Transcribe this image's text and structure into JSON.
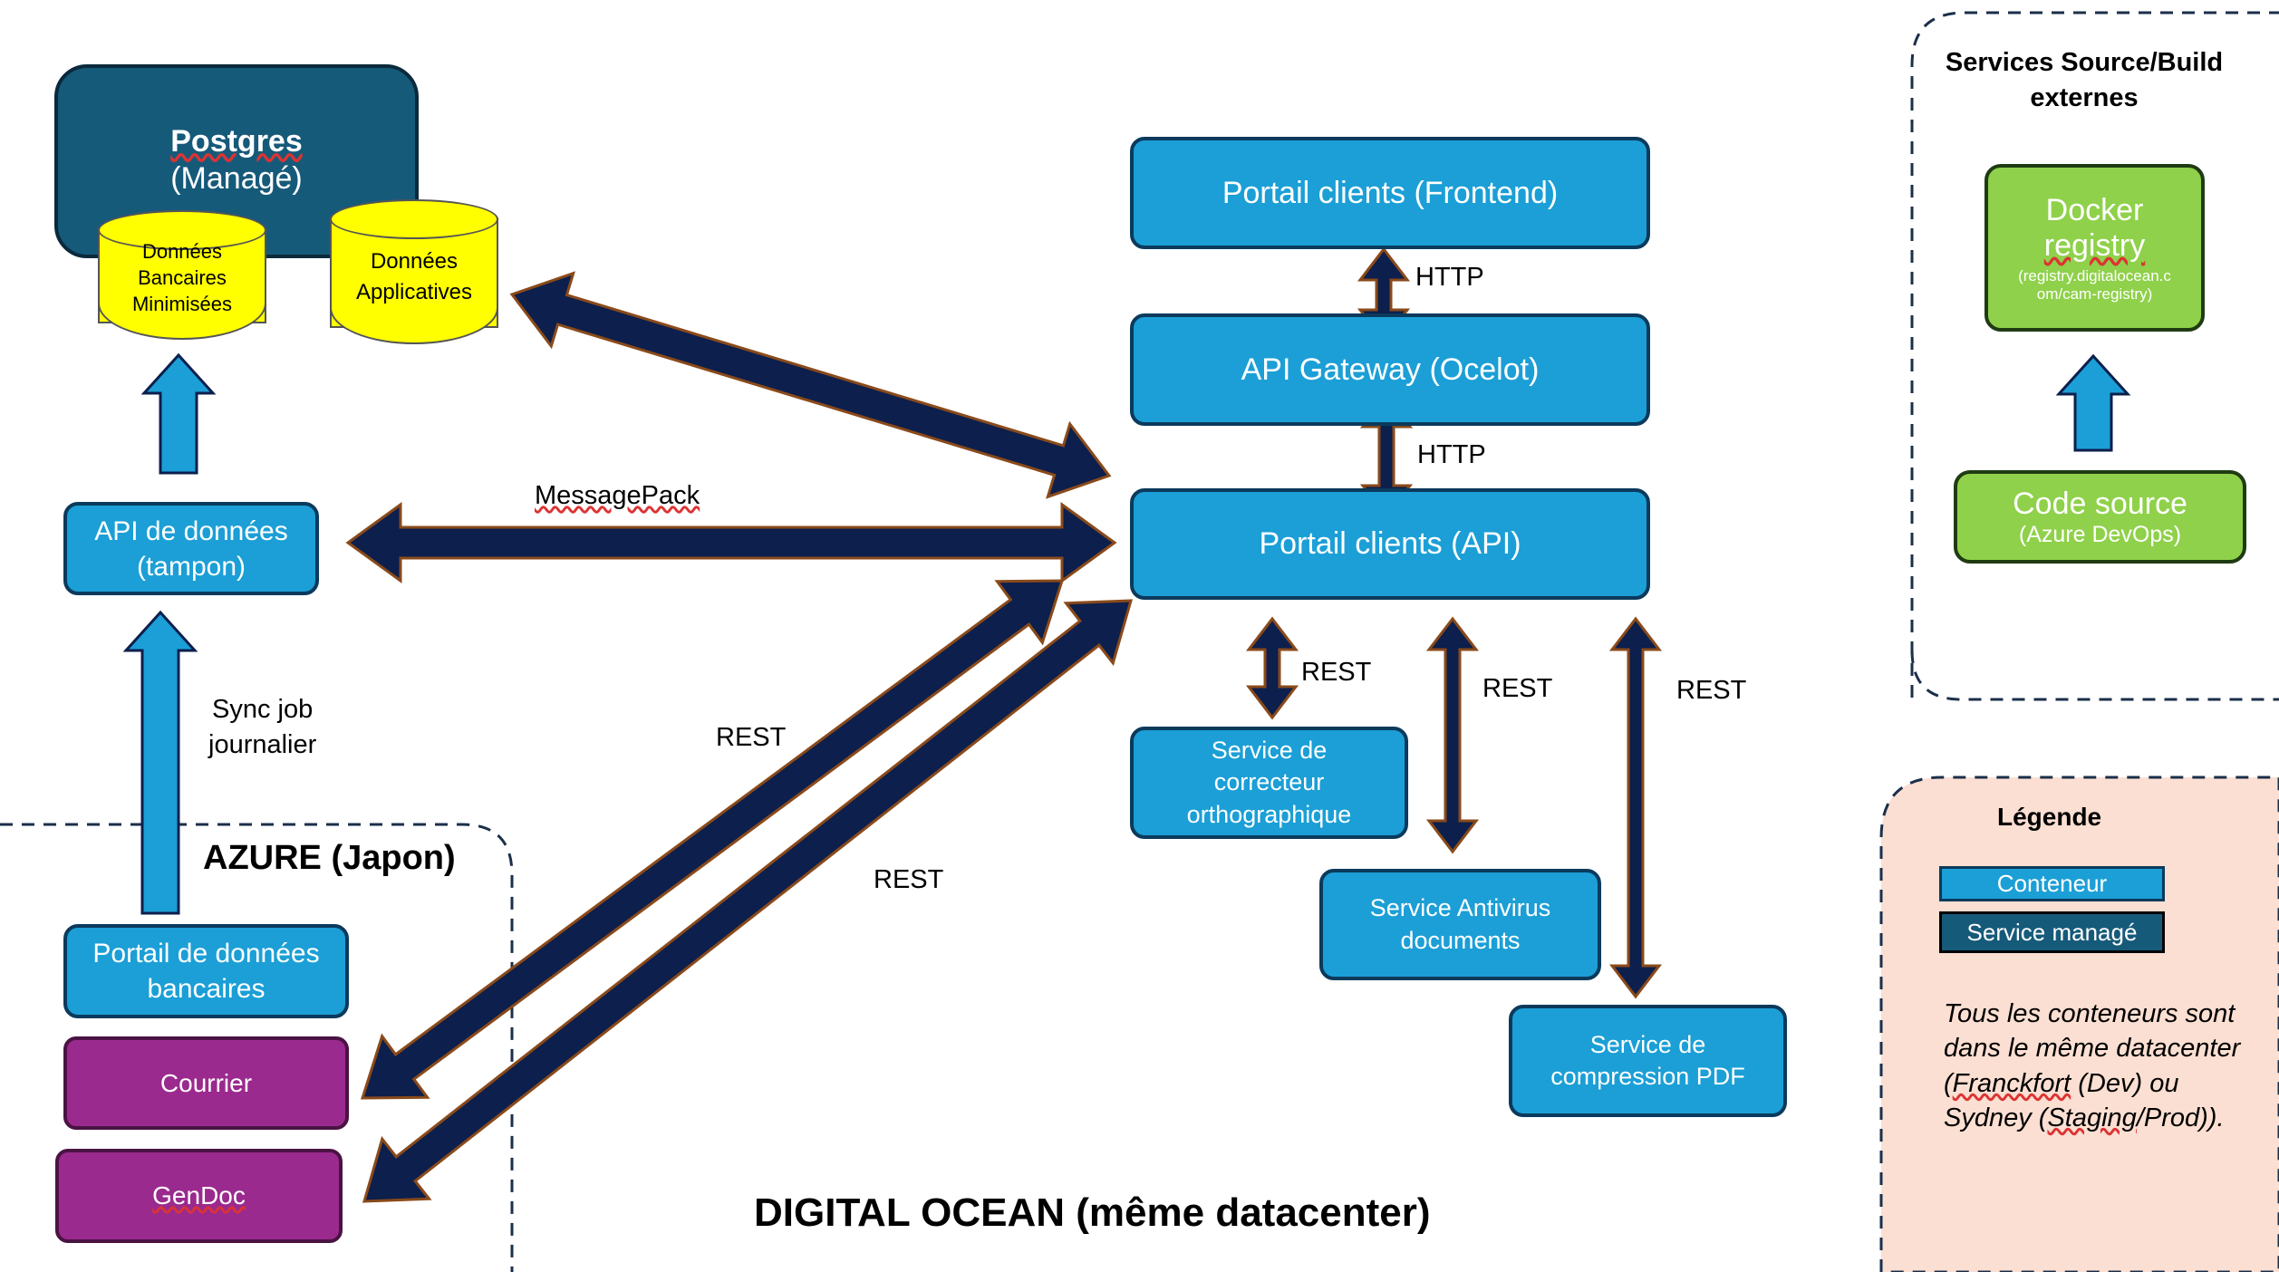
{
  "postgres": {
    "title": "Postgres",
    "subtitle": "(Managé)",
    "db_banking": [
      "Données",
      "Bancaires",
      "Minimisées"
    ],
    "db_app": [
      "Données",
      "Applicatives"
    ]
  },
  "api_donnees": {
    "line1": "API de données",
    "line2": "(tampon)"
  },
  "sync_label": [
    "Sync job",
    "journalier"
  ],
  "azure": {
    "title": "AZURE (Japon)",
    "portail_bancaire": [
      "Portail de données",
      "bancaires"
    ],
    "courrier": "Courrier",
    "gendoc": "GenDoc"
  },
  "digital_ocean": {
    "title": "DIGITAL OCEAN (même datacenter)",
    "frontend": "Portail clients (Frontend)",
    "gateway": "API Gateway (Ocelot)",
    "api": "Portail clients (API)",
    "correcteur": [
      "Service de",
      "correcteur",
      "orthographique"
    ],
    "antivirus": [
      "Service Antivirus",
      "documents"
    ],
    "pdf": [
      "Service de",
      "compression PDF"
    ]
  },
  "edges": {
    "http1": "HTTP",
    "http2": "HTTP",
    "messagepack": "MessagePack",
    "rest_azure1": "REST",
    "rest_azure2": "REST",
    "rest_correcteur": "REST",
    "rest_antivirus": "REST",
    "rest_pdf": "REST"
  },
  "external": {
    "title_line1": "Services Source/Build",
    "title_line2": "externes",
    "docker_line1": "Docker",
    "docker_line2": "registry",
    "docker_url_line1": "(registry.digitalocean.c",
    "docker_url_line2": "om/cam-registry)",
    "code_line1": "Code source",
    "code_line2": "(Azure DevOps)"
  },
  "legend": {
    "title": "Légende",
    "container": "Conteneur",
    "managed": "Service managé",
    "note_line1": "Tous les conteneurs sont",
    "note_line2": "dans le même datacenter",
    "note_line3_a": "Franckfort",
    "note_line3_b": " (Dev) ou",
    "note_line4_a": "Sydney (",
    "note_line4_b": "Staging",
    "note_line4_c": "/Prod))."
  },
  "colors": {
    "container_fill": "#1b9fd6",
    "container_border": "#0b3a5c",
    "managed_fill": "#165a7a",
    "purple_fill": "#9b2a8e",
    "green_fill": "#8fd14a",
    "db_yellow": "#ffff00",
    "arrow_dark": "#0c1f4d",
    "arrow_light": "#1b9fd6",
    "legend_bg": "#fbdfd2"
  }
}
